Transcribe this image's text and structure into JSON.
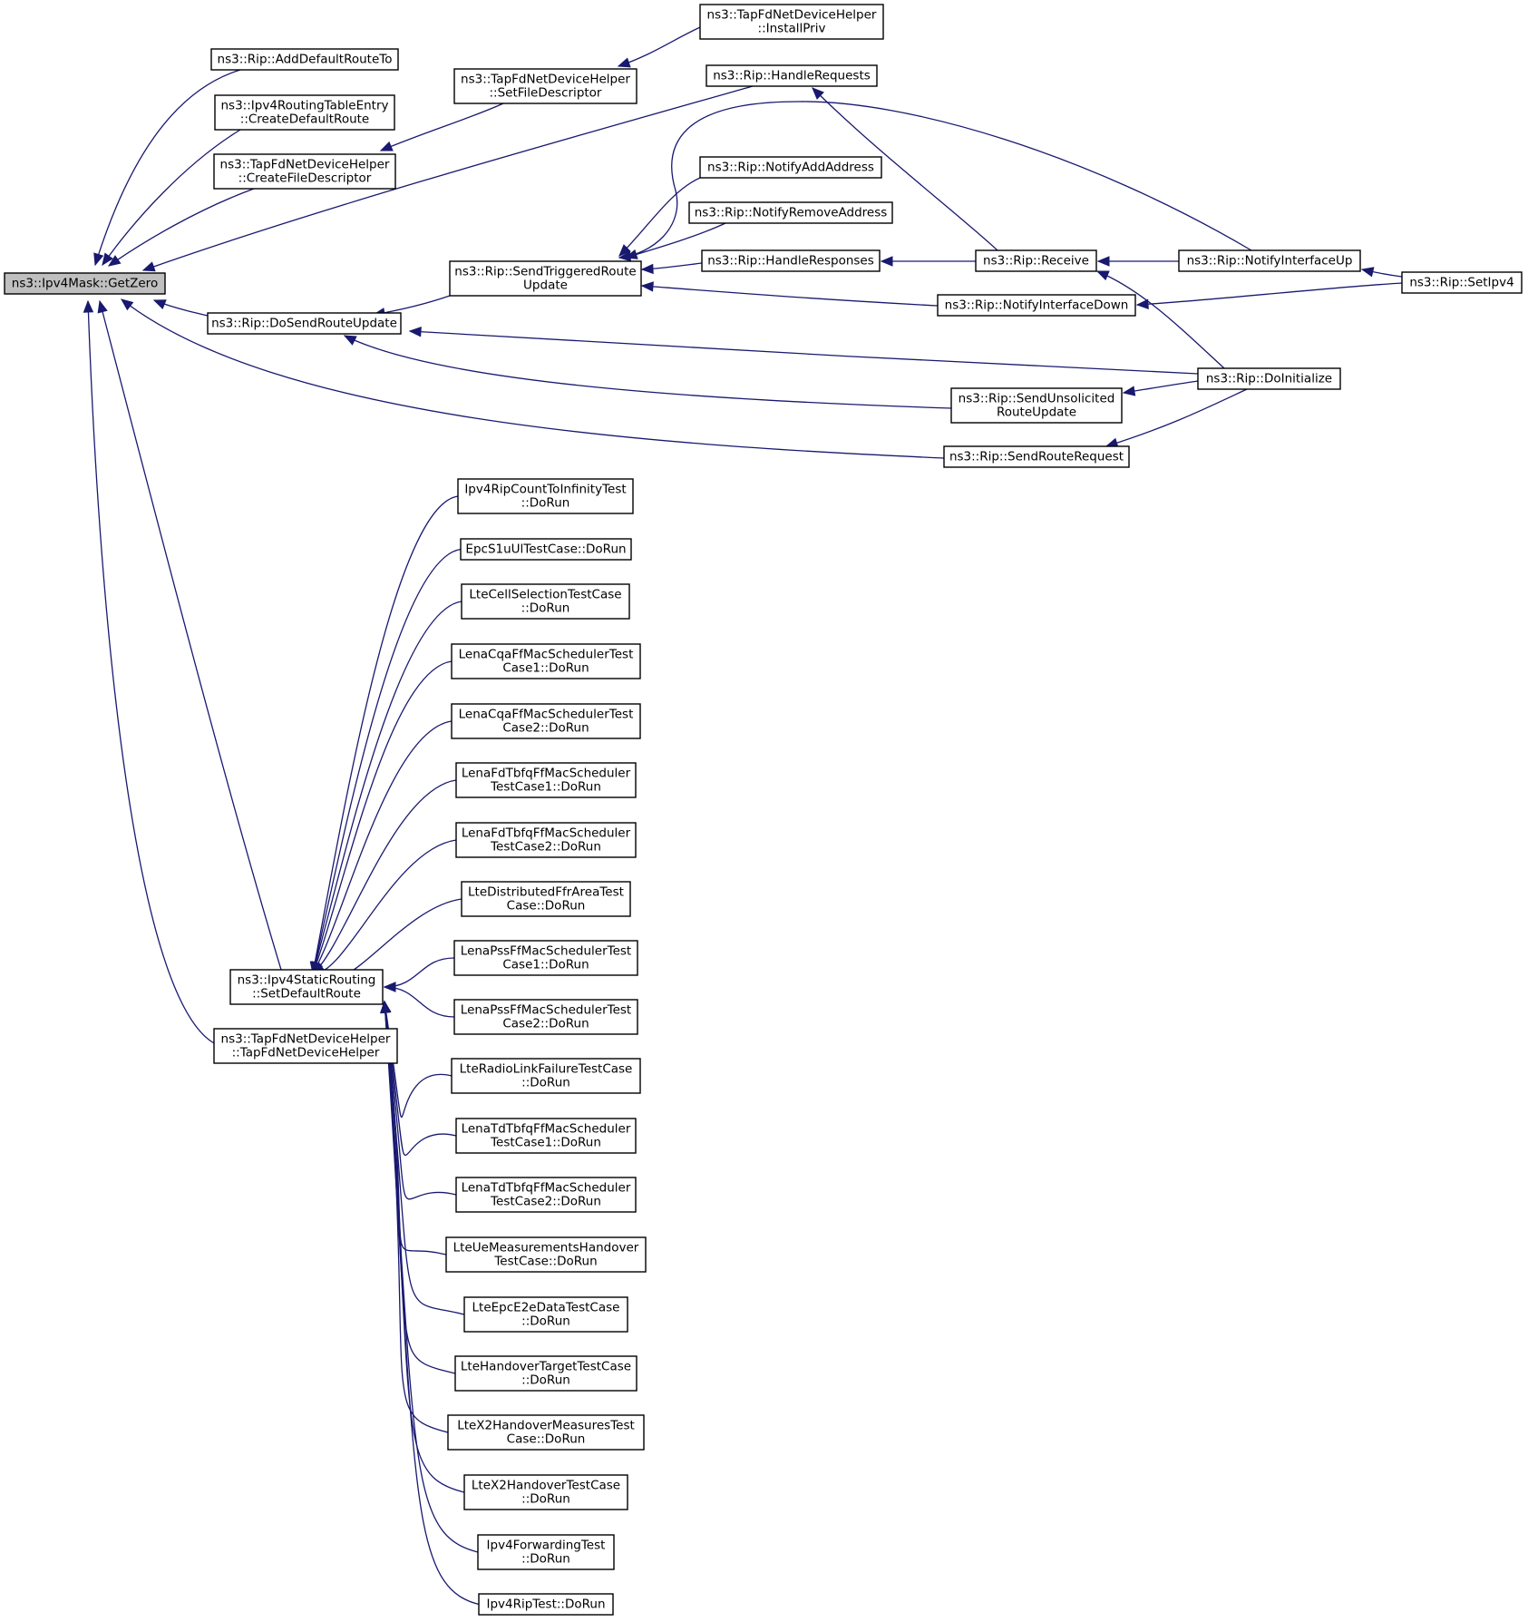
{
  "diagram": {
    "type": "caller-graph",
    "nodes": [
      {
        "id": "getzero",
        "lines": [
          "ns3::Ipv4Mask::GetZero"
        ],
        "root": true
      },
      {
        "id": "adddefault",
        "lines": [
          "ns3::Rip::AddDefaultRouteTo"
        ]
      },
      {
        "id": "createdefault",
        "lines": [
          "ns3::Ipv4RoutingTableEntry",
          "::CreateDefaultRoute"
        ]
      },
      {
        "id": "createfd",
        "lines": [
          "ns3::TapFdNetDeviceHelper",
          "::CreateFileDescriptor"
        ]
      },
      {
        "id": "setfd",
        "lines": [
          "ns3::TapFdNetDeviceHelper",
          "::SetFileDescriptor"
        ]
      },
      {
        "id": "installpriv",
        "lines": [
          "ns3::TapFdNetDeviceHelper",
          "::InstallPriv"
        ]
      },
      {
        "id": "handlerequests",
        "lines": [
          "ns3::Rip::HandleRequests"
        ]
      },
      {
        "id": "notifyadd",
        "lines": [
          "ns3::Rip::NotifyAddAddress"
        ]
      },
      {
        "id": "notifyremove",
        "lines": [
          "ns3::Rip::NotifyRemoveAddress"
        ]
      },
      {
        "id": "sendtriggered",
        "lines": [
          "ns3::Rip::SendTriggeredRoute",
          "Update"
        ]
      },
      {
        "id": "handleresponses",
        "lines": [
          "ns3::Rip::HandleResponses"
        ]
      },
      {
        "id": "receive",
        "lines": [
          "ns3::Rip::Receive"
        ]
      },
      {
        "id": "notifyup",
        "lines": [
          "ns3::Rip::NotifyInterfaceUp"
        ]
      },
      {
        "id": "setipv4",
        "lines": [
          "ns3::Rip::SetIpv4"
        ]
      },
      {
        "id": "notifydown",
        "lines": [
          "ns3::Rip::NotifyInterfaceDown"
        ]
      },
      {
        "id": "dosend",
        "lines": [
          "ns3::Rip::DoSendRouteUpdate"
        ]
      },
      {
        "id": "doinit",
        "lines": [
          "ns3::Rip::DoInitialize"
        ]
      },
      {
        "id": "sendunsol",
        "lines": [
          "ns3::Rip::SendUnsolicited",
          "RouteUpdate"
        ]
      },
      {
        "id": "sendreq",
        "lines": [
          "ns3::Rip::SendRouteRequest"
        ]
      },
      {
        "id": "setdefaultroute",
        "lines": [
          "ns3::Ipv4StaticRouting",
          "::SetDefaultRoute"
        ]
      },
      {
        "id": "tapctor",
        "lines": [
          "ns3::TapFdNetDeviceHelper",
          "::TapFdNetDeviceHelper"
        ]
      },
      {
        "id": "t1",
        "lines": [
          "Ipv4RipCountToInfinityTest",
          "::DoRun"
        ]
      },
      {
        "id": "t2",
        "lines": [
          "EpcS1uUlTestCase::DoRun"
        ]
      },
      {
        "id": "t3",
        "lines": [
          "LteCellSelectionTestCase",
          "::DoRun"
        ]
      },
      {
        "id": "t4",
        "lines": [
          "LenaCqaFfMacSchedulerTest",
          "Case1::DoRun"
        ]
      },
      {
        "id": "t5",
        "lines": [
          "LenaCqaFfMacSchedulerTest",
          "Case2::DoRun"
        ]
      },
      {
        "id": "t6",
        "lines": [
          "LenaFdTbfqFfMacScheduler",
          "TestCase1::DoRun"
        ]
      },
      {
        "id": "t7",
        "lines": [
          "LenaFdTbfqFfMacScheduler",
          "TestCase2::DoRun"
        ]
      },
      {
        "id": "t8",
        "lines": [
          "LteDistributedFfrAreaTest",
          "Case::DoRun"
        ]
      },
      {
        "id": "t9",
        "lines": [
          "LenaPssFfMacSchedulerTest",
          "Case1::DoRun"
        ]
      },
      {
        "id": "t10",
        "lines": [
          "LenaPssFfMacSchedulerTest",
          "Case2::DoRun"
        ]
      },
      {
        "id": "t11",
        "lines": [
          "LteRadioLinkFailureTestCase",
          "::DoRun"
        ]
      },
      {
        "id": "t12",
        "lines": [
          "LenaTdTbfqFfMacScheduler",
          "TestCase1::DoRun"
        ]
      },
      {
        "id": "t13",
        "lines": [
          "LenaTdTbfqFfMacScheduler",
          "TestCase2::DoRun"
        ]
      },
      {
        "id": "t14",
        "lines": [
          "LteUeMeasurementsHandover",
          "TestCase::DoRun"
        ]
      },
      {
        "id": "t15",
        "lines": [
          "LteEpcE2eDataTestCase",
          "::DoRun"
        ]
      },
      {
        "id": "t16",
        "lines": [
          "LteHandoverTargetTestCase",
          "::DoRun"
        ]
      },
      {
        "id": "t17",
        "lines": [
          "LteX2HandoverMeasuresTest",
          "Case::DoRun"
        ]
      },
      {
        "id": "t18",
        "lines": [
          "LteX2HandoverTestCase",
          "::DoRun"
        ]
      },
      {
        "id": "t19",
        "lines": [
          "Ipv4ForwardingTest",
          "::DoRun"
        ]
      },
      {
        "id": "t20",
        "lines": [
          "Ipv4RipTest::DoRun"
        ]
      }
    ],
    "edges": [
      {
        "from": "adddefault",
        "to": "getzero"
      },
      {
        "from": "createdefault",
        "to": "getzero"
      },
      {
        "from": "createfd",
        "to": "getzero"
      },
      {
        "from": "handlerequests",
        "to": "getzero"
      },
      {
        "from": "dosend",
        "to": "getzero"
      },
      {
        "from": "sendreq",
        "to": "getzero"
      },
      {
        "from": "setdefaultroute",
        "to": "getzero"
      },
      {
        "from": "tapctor",
        "to": "getzero"
      },
      {
        "from": "setfd",
        "to": "createfd"
      },
      {
        "from": "installpriv",
        "to": "setfd"
      },
      {
        "from": "receive",
        "to": "handlerequests"
      },
      {
        "from": "sendtriggered",
        "to": "dosend"
      },
      {
        "from": "doinit",
        "to": "dosend"
      },
      {
        "from": "sendunsol",
        "to": "dosend"
      },
      {
        "from": "notifyup",
        "to": "sendtriggered"
      },
      {
        "from": "notifyadd",
        "to": "sendtriggered"
      },
      {
        "from": "notifyremove",
        "to": "sendtriggered"
      },
      {
        "from": "handleresponses",
        "to": "sendtriggered"
      },
      {
        "from": "notifydown",
        "to": "sendtriggered"
      },
      {
        "from": "receive",
        "to": "handleresponses"
      },
      {
        "from": "notifyup",
        "to": "receive"
      },
      {
        "from": "doinit",
        "to": "receive"
      },
      {
        "from": "setipv4",
        "to": "notifyup"
      },
      {
        "from": "setipv4",
        "to": "notifydown"
      },
      {
        "from": "doinit",
        "to": "sendunsol"
      },
      {
        "from": "doinit",
        "to": "sendreq"
      },
      {
        "from": "t1",
        "to": "setdefaultroute"
      },
      {
        "from": "t2",
        "to": "setdefaultroute"
      },
      {
        "from": "t3",
        "to": "setdefaultroute"
      },
      {
        "from": "t4",
        "to": "setdefaultroute"
      },
      {
        "from": "t5",
        "to": "setdefaultroute"
      },
      {
        "from": "t6",
        "to": "setdefaultroute"
      },
      {
        "from": "t7",
        "to": "setdefaultroute"
      },
      {
        "from": "t8",
        "to": "setdefaultroute"
      },
      {
        "from": "t9",
        "to": "setdefaultroute"
      },
      {
        "from": "t10",
        "to": "setdefaultroute"
      },
      {
        "from": "t11",
        "to": "setdefaultroute"
      },
      {
        "from": "t12",
        "to": "setdefaultroute"
      },
      {
        "from": "t13",
        "to": "setdefaultroute"
      },
      {
        "from": "t14",
        "to": "setdefaultroute"
      },
      {
        "from": "t15",
        "to": "setdefaultroute"
      },
      {
        "from": "t16",
        "to": "setdefaultroute"
      },
      {
        "from": "t17",
        "to": "setdefaultroute"
      },
      {
        "from": "t18",
        "to": "setdefaultroute"
      },
      {
        "from": "t19",
        "to": "setdefaultroute"
      },
      {
        "from": "t20",
        "to": "setdefaultroute"
      }
    ]
  }
}
